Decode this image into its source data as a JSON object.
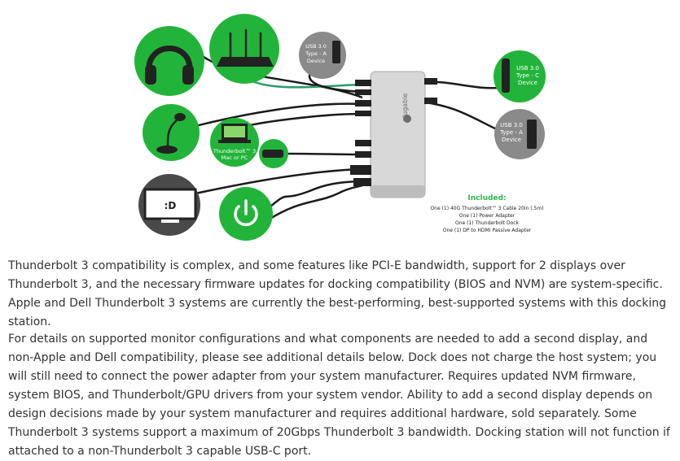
{
  "figure": {
    "brand": "plugable",
    "labels": {
      "usb_a_top": [
        "USB 3.0",
        "Type - A",
        "Device"
      ],
      "usb_c_right": [
        "USB 3.0",
        "Type - C",
        "Device"
      ],
      "usb_a_right": [
        "USB 3.0",
        "Type - A",
        "Device"
      ],
      "laptop": [
        "Thunderbolt™ 3",
        "Mac or PC"
      ]
    },
    "included": {
      "heading": "Included:",
      "items": [
        "One (1) 40G Thunderbolt™ 3 Cable 20in (.5m)",
        "One (1) Power Adapter",
        "One (1) Thunderbolt Dock",
        "One (1) DP to HDMI Passive Adapter"
      ]
    },
    "colors": {
      "green": "#22b43a",
      "gray": "#8a8a8a",
      "dark": "#4a4a4a"
    }
  },
  "paragraphs": [
    "Thunderbolt 3 compatibility is complex, and some features like PCI-E bandwidth, support for 2 displays over Thunderbolt 3, and the necessary firmware updates for docking compatibility (BIOS and NVM) are system-specific. Apple and Dell Thunderbolt 3 systems are currently the best-performing, best-supported systems with this docking station.",
    "For details on supported monitor configurations and what components are needed to add a second display, and non-Apple and Dell compatibility, please see additional details below. Dock does not charge the host system; you will still need to connect the power adapter from your system manufacturer. Requires updated NVM firmware, system BIOS, and Thunderbolt/GPU drivers from your system vendor. Ability to add a second display depends on design decisions made by your system manufacturer and requires additional hardware, sold separately. Some Thunderbolt 3 systems support a maximum of 20Gbps Thunderbolt 3 bandwidth. Docking station will not function if attached to a non-Thunderbolt 3 capable USB-C port."
  ]
}
